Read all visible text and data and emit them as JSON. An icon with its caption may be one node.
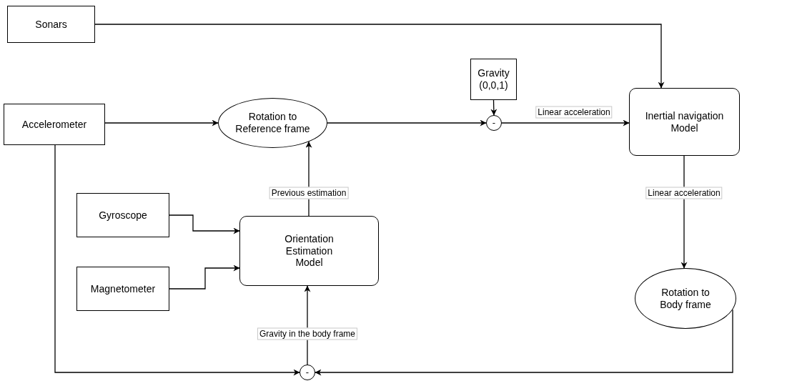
{
  "diagram": {
    "nodes": [
      {
        "text": [
          "Sonars"
        ]
      },
      {
        "text": [
          "Accelerometer"
        ]
      },
      {
        "text": [
          "Rotation to Reference frame"
        ]
      },
      {
        "text": [
          "Gravity (0,0,1)"
        ]
      },
      {
        "text": [
          "-"
        ]
      },
      {
        "text": [
          "Inertial navigation Model"
        ]
      },
      {
        "text": [
          "Gyroscope"
        ]
      },
      {
        "text": [
          "Orientation Estimation Model"
        ]
      },
      {
        "text": [
          "Magnetometer"
        ]
      },
      {
        "text": [
          "Rotation to Body frame"
        ]
      },
      {
        "text": [
          "-"
        ]
      }
    ],
    "edges": [
      {
        "from": 0,
        "to": 5,
        "arrow": "to"
      },
      {
        "from": 1,
        "to": 2,
        "arrow": "to"
      },
      {
        "from": 2,
        "to": 4,
        "arrow": "to"
      },
      {
        "from": 3,
        "to": 4,
        "arrow": "to"
      },
      {
        "from": 4,
        "to": 5,
        "arrow": "to",
        "label": "Linear acceleration"
      },
      {
        "from": 5,
        "to": 9,
        "arrow": "to",
        "label": "Linear acceleration"
      },
      {
        "from": 6,
        "to": 7,
        "arrow": "to"
      },
      {
        "from": 8,
        "to": 7,
        "arrow": "to"
      },
      {
        "from": 7,
        "to": 2,
        "arrow": "to",
        "label": "Previous estimation"
      },
      {
        "from": 10,
        "to": 7,
        "arrow": "to",
        "label": "Gravity in the body frame"
      },
      {
        "from": 1,
        "to": 10,
        "arrow": "to"
      },
      {
        "from": 9,
        "to": 10,
        "arrow": "to"
      }
    ]
  }
}
